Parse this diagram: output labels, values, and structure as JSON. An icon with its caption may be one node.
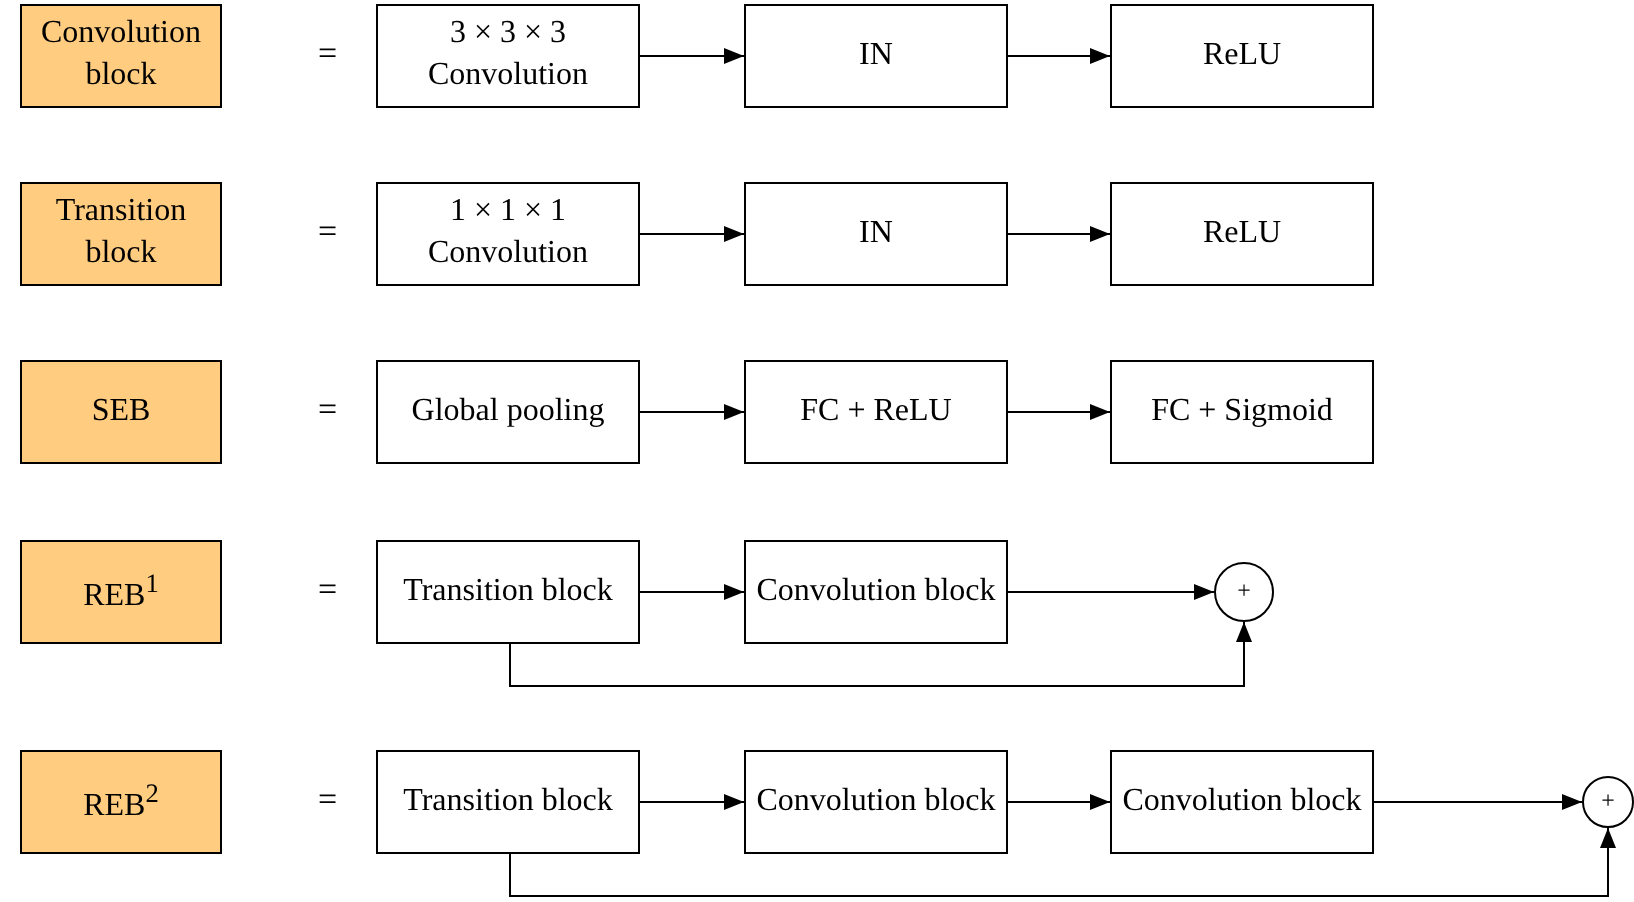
{
  "diagram": {
    "nodes": [
      {
        "text": [
          "Convolution block"
        ]
      },
      {
        "text": [
          "3 × 3 × 3 Convolution"
        ]
      },
      {
        "text": [
          "IN"
        ]
      },
      {
        "text": [
          "ReLU"
        ]
      },
      {
        "text": [
          "Transition block"
        ]
      },
      {
        "text": [
          "1 × 1 × 1 Convolution"
        ]
      },
      {
        "text": [
          "IN"
        ]
      },
      {
        "text": [
          "ReLU"
        ]
      },
      {
        "text": [
          "SEB"
        ]
      },
      {
        "text": [
          "Global pooling"
        ]
      },
      {
        "text": [
          "FC + ReLU"
        ]
      },
      {
        "text": [
          "FC + Sigmoid"
        ]
      },
      {
        "text": [
          "REB$^{1}$"
        ]
      },
      {
        "text": [
          "Transition block"
        ]
      },
      {
        "text": [
          "Convolution block"
        ]
      },
      {
        "text": [
          "+"
        ]
      },
      {
        "text": [
          "REB$^{2}$"
        ]
      },
      {
        "text": [
          "Transition block"
        ]
      },
      {
        "text": [
          "Convolution block"
        ]
      },
      {
        "text": [
          "Convolution block"
        ]
      },
      {
        "text": [
          "+"
        ]
      }
    ],
    "edges": [
      {
        "from": 1,
        "to": 2,
        "arrow": "to"
      },
      {
        "from": 2,
        "to": 3,
        "arrow": "to"
      },
      {
        "from": 5,
        "to": 6,
        "arrow": "to"
      },
      {
        "from": 6,
        "to": 7,
        "arrow": "to"
      },
      {
        "from": 9,
        "to": 10,
        "arrow": "to"
      },
      {
        "from": 10,
        "to": 11,
        "arrow": "to"
      },
      {
        "from": 13,
        "to": 14,
        "arrow": "to"
      },
      {
        "from": 14,
        "to": 15,
        "arrow": "to"
      },
      {
        "from": 13,
        "to": 15,
        "arrow": "to"
      },
      {
        "from": 17,
        "to": 18,
        "arrow": "to"
      },
      {
        "from": 18,
        "to": 19,
        "arrow": "to"
      },
      {
        "from": 19,
        "to": 20,
        "arrow": "to"
      },
      {
        "from": 17,
        "to": 20,
        "arrow": "to"
      }
    ],
    "labels": [
      "=",
      "=",
      "=",
      "=",
      "="
    ]
  }
}
